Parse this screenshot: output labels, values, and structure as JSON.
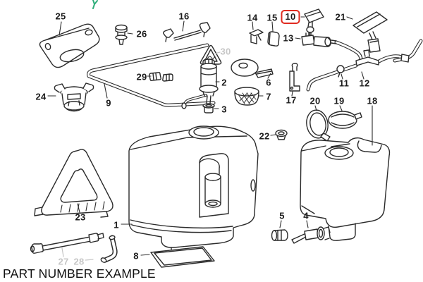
{
  "caption": "PART NUMBER EXAMPLE",
  "highlight": {
    "part_number": "10",
    "box_color": "#e02b20"
  },
  "colors": {
    "background": "#ffffff",
    "line": "#2b2b2b",
    "muted_label": "#c6c6c6",
    "green_mark": "#2fae7a"
  },
  "labels": {
    "p1": "1",
    "p2": "2",
    "p3": "3",
    "p4": "4",
    "p5": "5",
    "p6": "6",
    "p7": "7",
    "p8": "8",
    "p9": "9",
    "p10": "10",
    "p11": "11",
    "p12": "12",
    "p13": "13",
    "p14": "14",
    "p15": "15",
    "p16": "16",
    "p17": "17",
    "p18": "18",
    "p19": "19",
    "p20": "20",
    "p21": "21",
    "p22": "22",
    "p23": "23",
    "p24": "24",
    "p25": "25",
    "p26": "26",
    "p27": "27",
    "p28": "28",
    "p29": "29",
    "p30": "30"
  },
  "muted_labels": [
    "27",
    "28",
    "30"
  ]
}
